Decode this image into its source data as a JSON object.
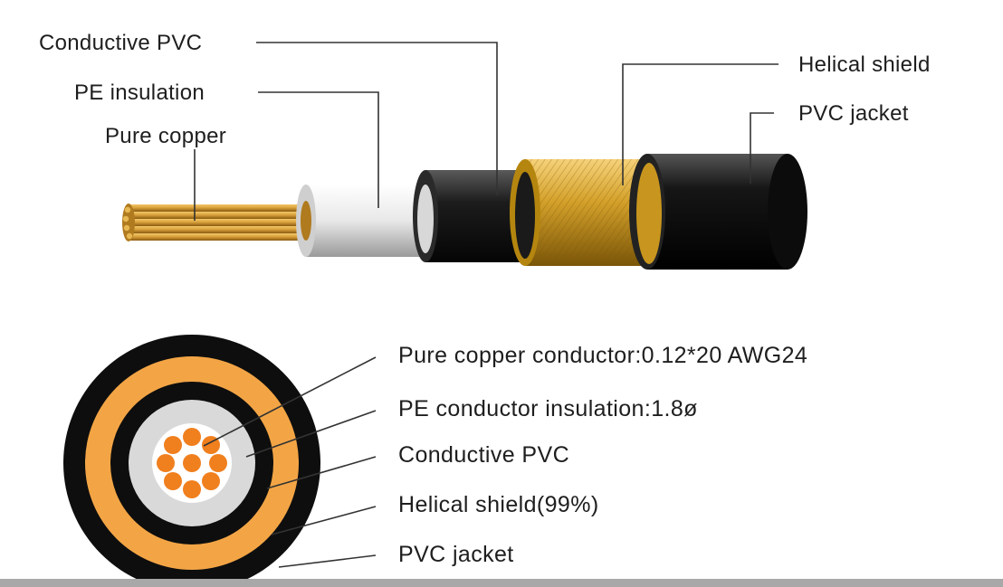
{
  "side_view_labels": {
    "conductive_pvc": "Conductive PVC",
    "pe_insulation": "PE insulation",
    "pure_copper": "Pure copper",
    "helical_shield": "Helical shield",
    "pvc_jacket": "PVC jacket"
  },
  "cross_section_labels": {
    "conductor": "Pure copper conductor:0.12*20 AWG24",
    "insulation": "PE conductor insulation:1.8ø",
    "conductive_pvc": "Conductive PVC",
    "helical_shield": "Helical shield(99%)",
    "pvc_jacket": "PVC jacket"
  },
  "colors": {
    "copper": "#d9a23c",
    "copper_dark": "#9a6a18",
    "pe_white": "#eeeeee",
    "conductive_black": "#1c1c1c",
    "shield_gold": "#d4a12a",
    "jacket_black": "#111111",
    "cross_orange": "#f3a545",
    "cross_grey": "#d9d9d9",
    "cross_strand": "#f07f1e",
    "leader_line": "#333333"
  }
}
